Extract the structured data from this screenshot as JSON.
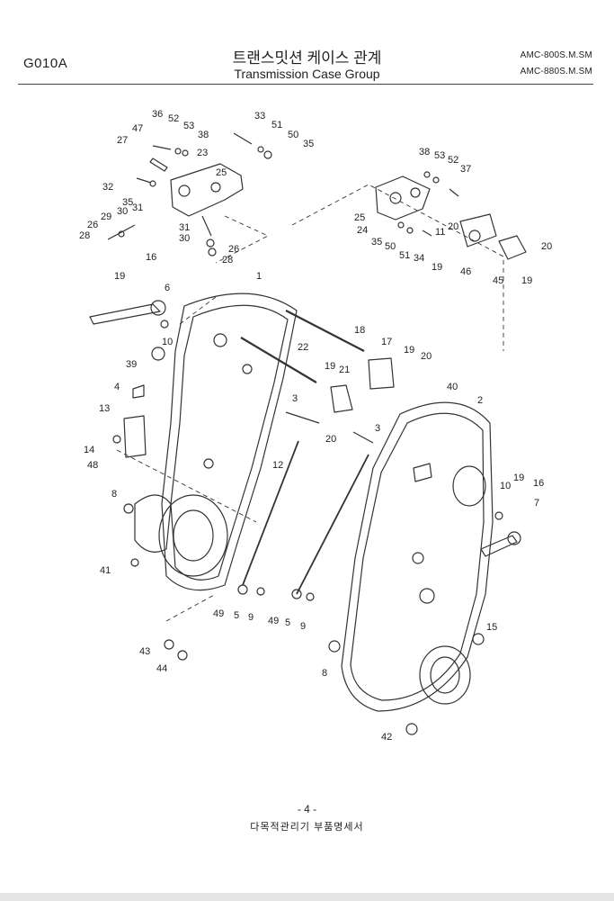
{
  "header": {
    "code": "G010A",
    "title_ko": "트랜스밋션 케이스 관계",
    "title_en": "Transmission Case Group",
    "model_line1": "AMC-800S.M.SM",
    "model_line2": "AMC-880S.M.SM"
  },
  "callouts": [
    "36",
    "52",
    "53",
    "38",
    "47",
    "27",
    "23",
    "25",
    "33",
    "51",
    "50",
    "35",
    "38",
    "53",
    "52",
    "37",
    "32",
    "35",
    "29",
    "31",
    "26",
    "30",
    "28",
    "31",
    "30",
    "26",
    "28",
    "25",
    "24",
    "35",
    "50",
    "51",
    "34",
    "11",
    "19",
    "20",
    "20",
    "46",
    "45",
    "19",
    "16",
    "19",
    "6",
    "10",
    "1",
    "18",
    "22",
    "17",
    "19",
    "20",
    "39",
    "4",
    "19",
    "21",
    "3",
    "13",
    "14",
    "48",
    "20",
    "3",
    "12",
    "40",
    "2",
    "10",
    "19",
    "16",
    "7",
    "8",
    "41",
    "49",
    "5",
    "9",
    "49",
    "5",
    "9",
    "15",
    "43",
    "44",
    "8",
    "42"
  ],
  "footer": {
    "page": "- 4 -",
    "book": "다목적관리기 부품명세서"
  }
}
